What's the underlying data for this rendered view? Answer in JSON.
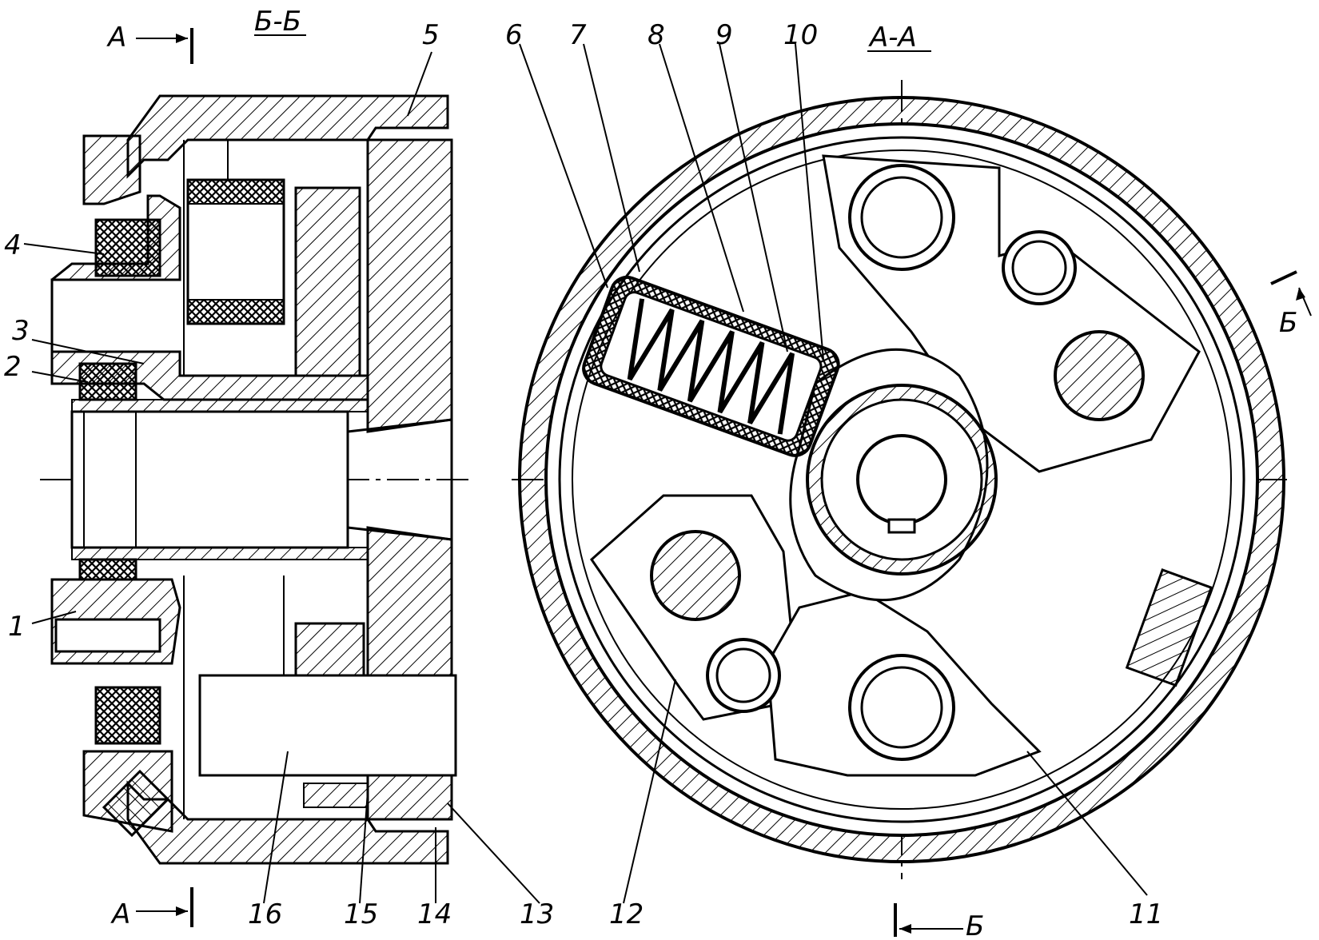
{
  "section_bb": {
    "title": "Б-Б",
    "cut_marks": [
      "А",
      "А"
    ]
  },
  "section_aa": {
    "title": "А-А",
    "cut_marks": [
      "Б",
      "Б"
    ]
  },
  "part_numbers": [
    "1",
    "2",
    "3",
    "4",
    "5",
    "6",
    "7",
    "8",
    "9",
    "10",
    "11",
    "12",
    "13",
    "14",
    "15",
    "16"
  ],
  "colors": {
    "line": "#000000",
    "background": "#ffffff"
  }
}
